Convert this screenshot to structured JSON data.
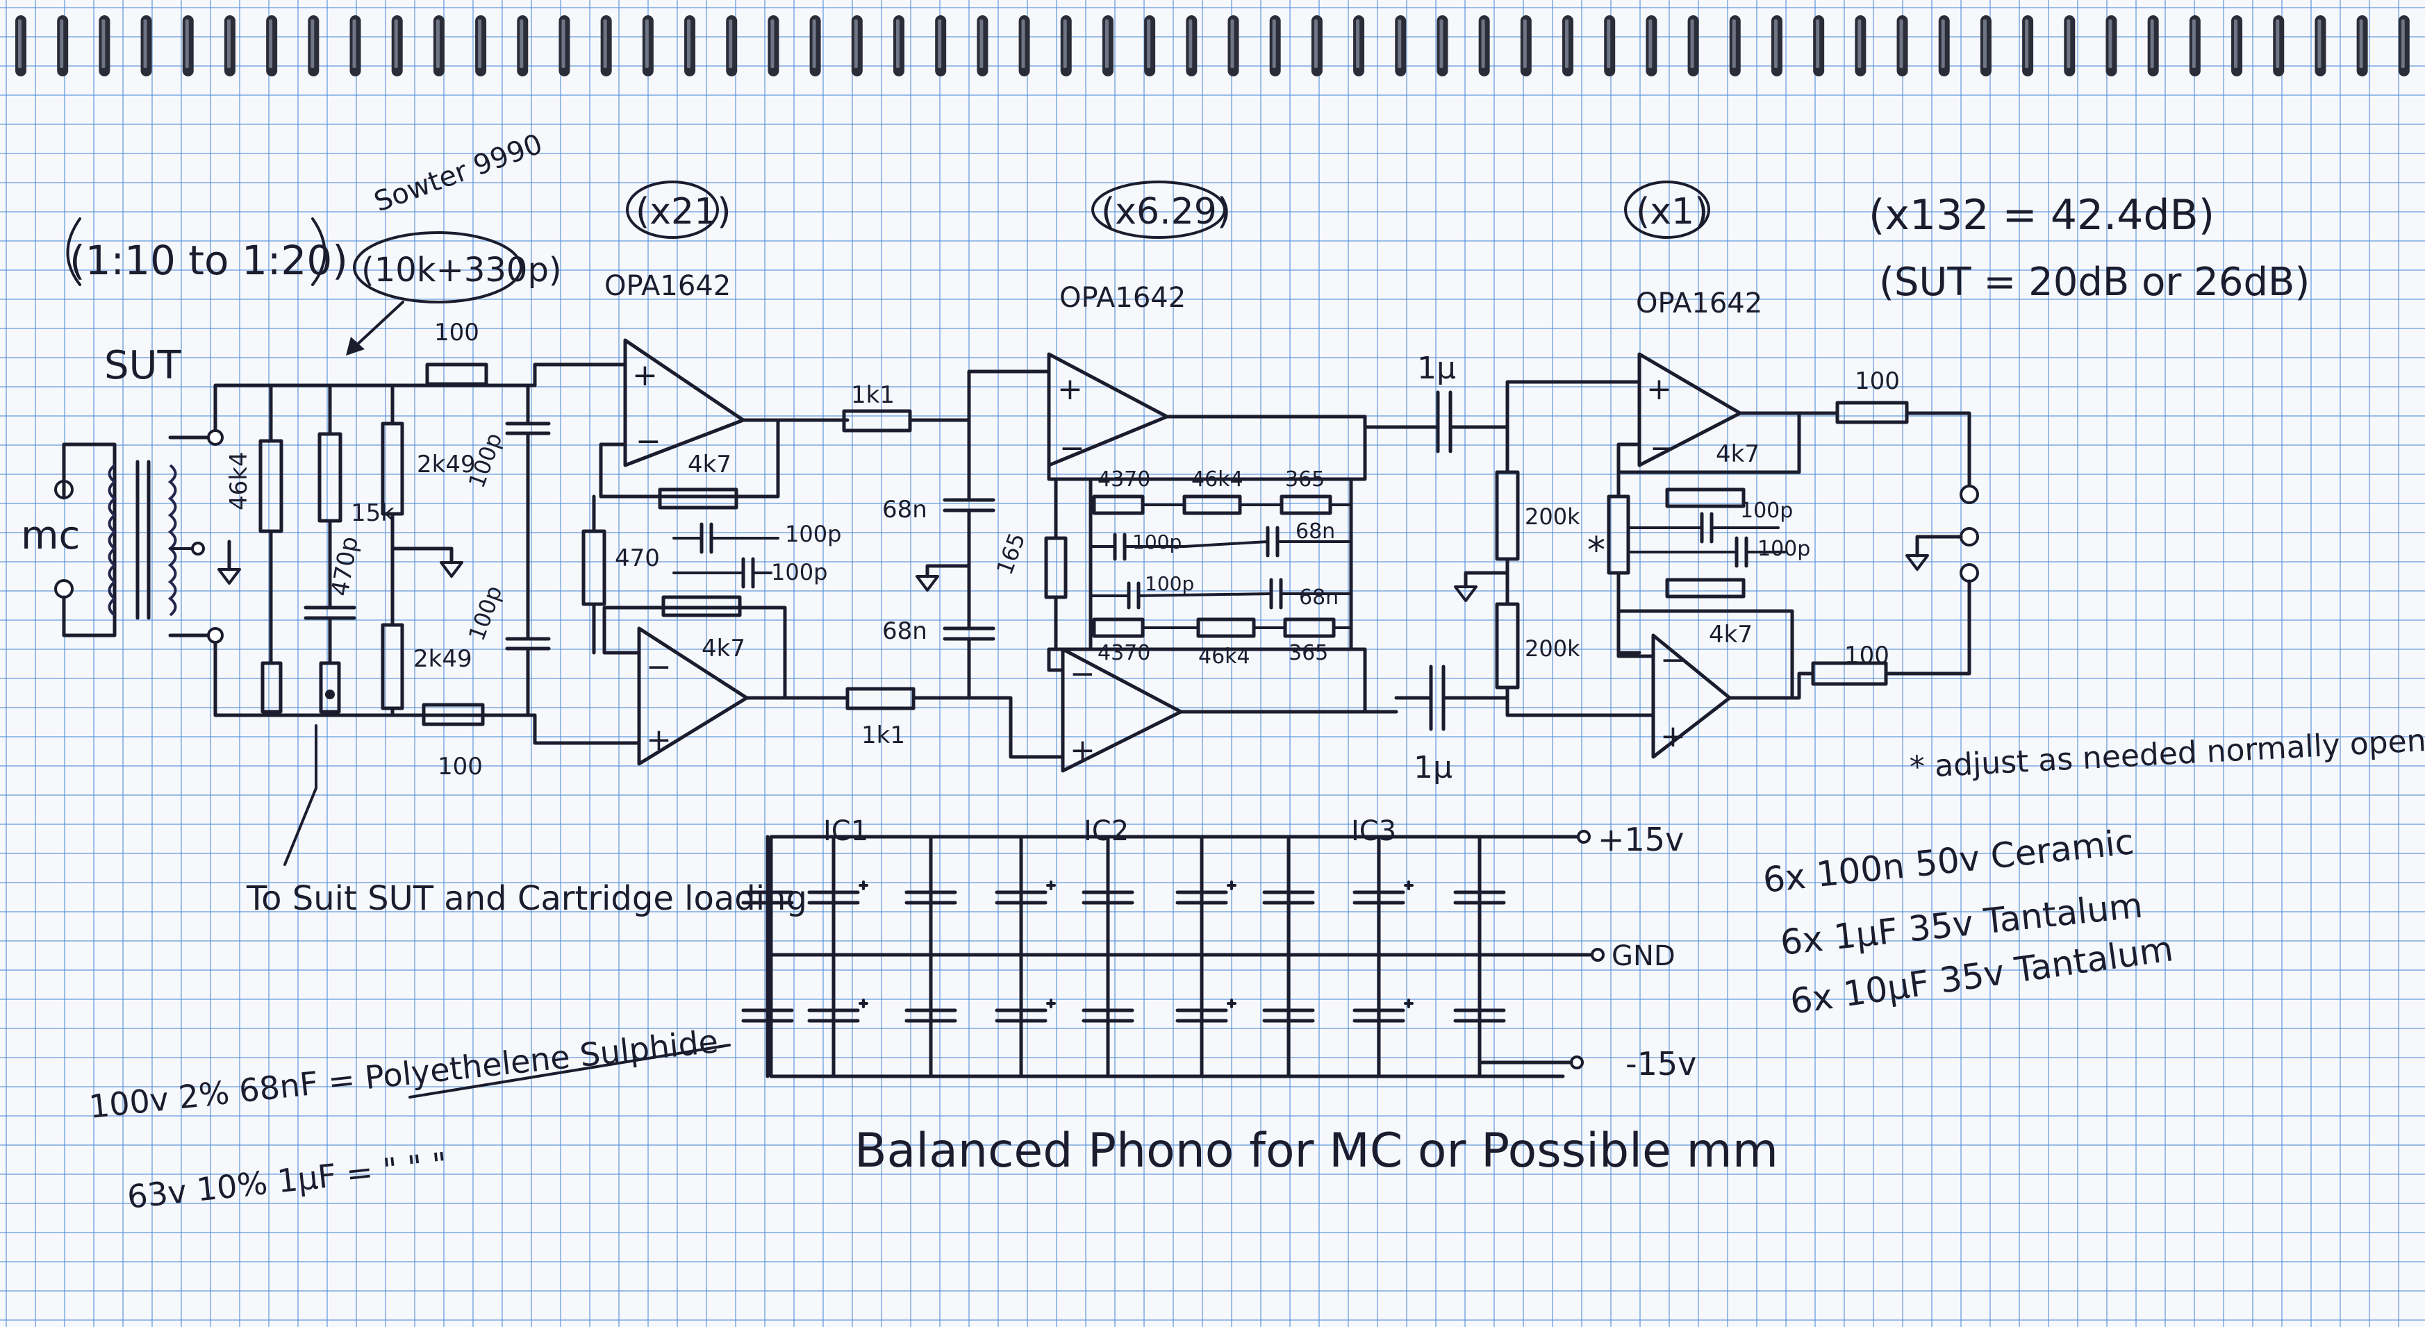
{
  "notebook": {
    "spiral_rings": 58,
    "colors": {
      "ink": "#1b1d2e",
      "grid": "#5a8fd6",
      "paper": "#f7f8fc"
    }
  },
  "title": "Balanced Phono for MC or Possible mm",
  "header": {
    "transformer_ratio": "(1:10 to 1:20)",
    "transformer_model": "Sowter 9990",
    "transformer_load": "(10k+330p)",
    "stage1_gain": "(x21)",
    "stage2_gain": "(x6.29)",
    "stage3_gain": "(x1)",
    "total_gain": "(x132 = 42.4dB)",
    "sut_gain": "(SUT = 20dB or 26dB)"
  },
  "labels": {
    "sut": "SUT",
    "mc": "mc",
    "opamp": "OPA1642",
    "input_r_46k4": "46k4",
    "input_r_15k": "15k",
    "input_c_470p": "470p",
    "r_2k49_top": "2k49",
    "r_2k49_bottom": "2k49",
    "r_100_top": "100",
    "r_100_bottom": "100",
    "c_100p_top": "100p",
    "c_100p_bottom": "100p",
    "stage1_rg": "470",
    "stage1_rf_top": "4k7",
    "stage1_rf_bottom": "4k7",
    "stage1_cf_top": "100p",
    "stage1_cf_bottom": "100p",
    "r_1k1_top": "1k1",
    "r_1k1_bottom": "1k1",
    "c_68n_1": "68n",
    "c_68n_2": "68n",
    "stage2_rg": "165",
    "riaa_r1": "4370",
    "riaa_r2": "46k4",
    "riaa_r3": "365",
    "riaa_c1": "100p",
    "riaa_c2": "68n",
    "coupling_cap": "1μ",
    "bias_r": "200k",
    "stage3_rf": "4k7",
    "stage3_cf": "100p",
    "stage3_adjust": "*",
    "out_r_100": "100",
    "ic1": "IC1",
    "ic2": "IC2",
    "ic3": "IC3",
    "rail_pos": "+15v",
    "rail_gnd": "GND",
    "rail_neg": "-15v"
  },
  "notes": {
    "adjust": "* adjust as needed normally open",
    "decoupling_1": "6x 100n 50v Ceramic",
    "decoupling_2": "6x 1μF 35v Tantalum",
    "decoupling_3": "6x 10μF 35v Tantalum",
    "suit": "To Suit SUT and Cartridge loading",
    "cap_spec_1": "100v 2% 68nF = Polyethelene Sulphide",
    "cap_spec_2": "63v 10% 1μF = \"   \"   \""
  }
}
